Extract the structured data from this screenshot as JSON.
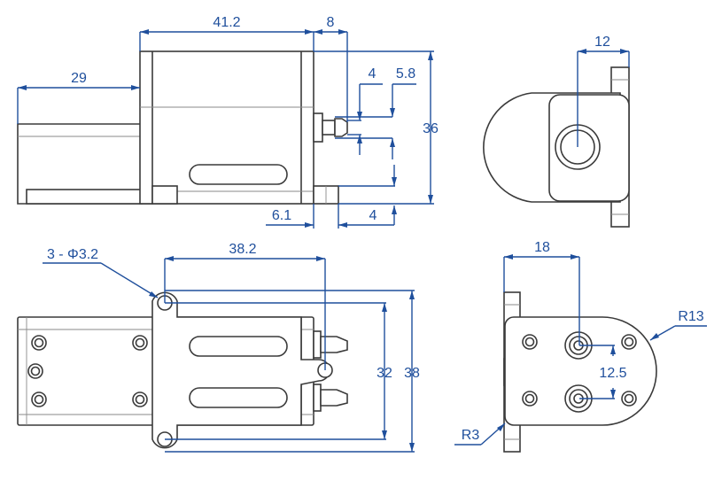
{
  "drawing": {
    "colors": {
      "dimension": "#1f4f9c",
      "outline": "#3a3a3a",
      "hidden": "#8a8a8a",
      "background": "#ffffff"
    },
    "views": {
      "side": {
        "dims": {
          "body_length": "41.2",
          "nozzle_length": "8",
          "motor_length": "29",
          "nozzle_tip_a": "4",
          "nozzle_tip_b": "5.8",
          "height": "36",
          "flange_offset": "6.1",
          "flange_thickness": "4"
        }
      },
      "end": {
        "dims": {
          "nozzle_offset": "12"
        }
      },
      "top": {
        "dims": {
          "holes": "3 - Φ3.2",
          "hole_spacing_x": "38.2",
          "hole_spacing_y_inner": "32",
          "hole_spacing_y_outer": "38"
        }
      },
      "front": {
        "dims": {
          "nozzle_offset": "18",
          "nozzle_pitch": "12.5",
          "outer_radius": "R13",
          "corner_radius": "R3"
        }
      }
    }
  }
}
